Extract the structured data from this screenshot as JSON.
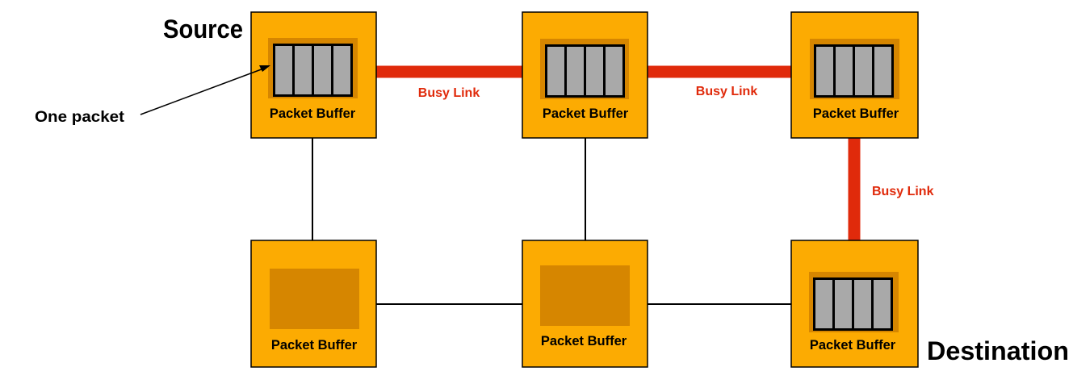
{
  "labels": {
    "source": "Source",
    "destination": "Destination",
    "one_packet": "One packet"
  },
  "routers": [
    {
      "id": "r-top-left",
      "label": "Packet Buffer",
      "holds_packet": true
    },
    {
      "id": "r-top-mid",
      "label": "Packet Buffer",
      "holds_packet": true
    },
    {
      "id": "r-top-right",
      "label": "Packet Buffer",
      "holds_packet": true
    },
    {
      "id": "r-bottom-left",
      "label": "Packet Buffer",
      "holds_packet": false
    },
    {
      "id": "r-bottom-mid",
      "label": "Packet Buffer",
      "holds_packet": false
    },
    {
      "id": "r-bottom-right",
      "label": "Packet Buffer",
      "holds_packet": true
    }
  ],
  "links": [
    {
      "from": "r-top-left",
      "to": "r-top-mid",
      "busy": true,
      "label": "Busy Link"
    },
    {
      "from": "r-top-mid",
      "to": "r-top-right",
      "busy": true,
      "label": "Busy Link"
    },
    {
      "from": "r-top-right",
      "to": "r-bottom-right",
      "busy": true,
      "label": "Busy Link"
    },
    {
      "from": "r-top-left",
      "to": "r-bottom-left",
      "busy": false,
      "label": ""
    },
    {
      "from": "r-top-mid",
      "to": "r-bottom-mid",
      "busy": false,
      "label": ""
    },
    {
      "from": "r-bottom-left",
      "to": "r-bottom-mid",
      "busy": false,
      "label": ""
    },
    {
      "from": "r-bottom-mid",
      "to": "r-bottom-right",
      "busy": false,
      "label": ""
    }
  ],
  "packet": {
    "flits_per_packet": 4
  },
  "colors": {
    "router_fill": "#fcab02",
    "buffer_well": "#d68600",
    "busy_link": "#e02a0b",
    "flit": "#a9a9a9",
    "text": "#000000"
  }
}
